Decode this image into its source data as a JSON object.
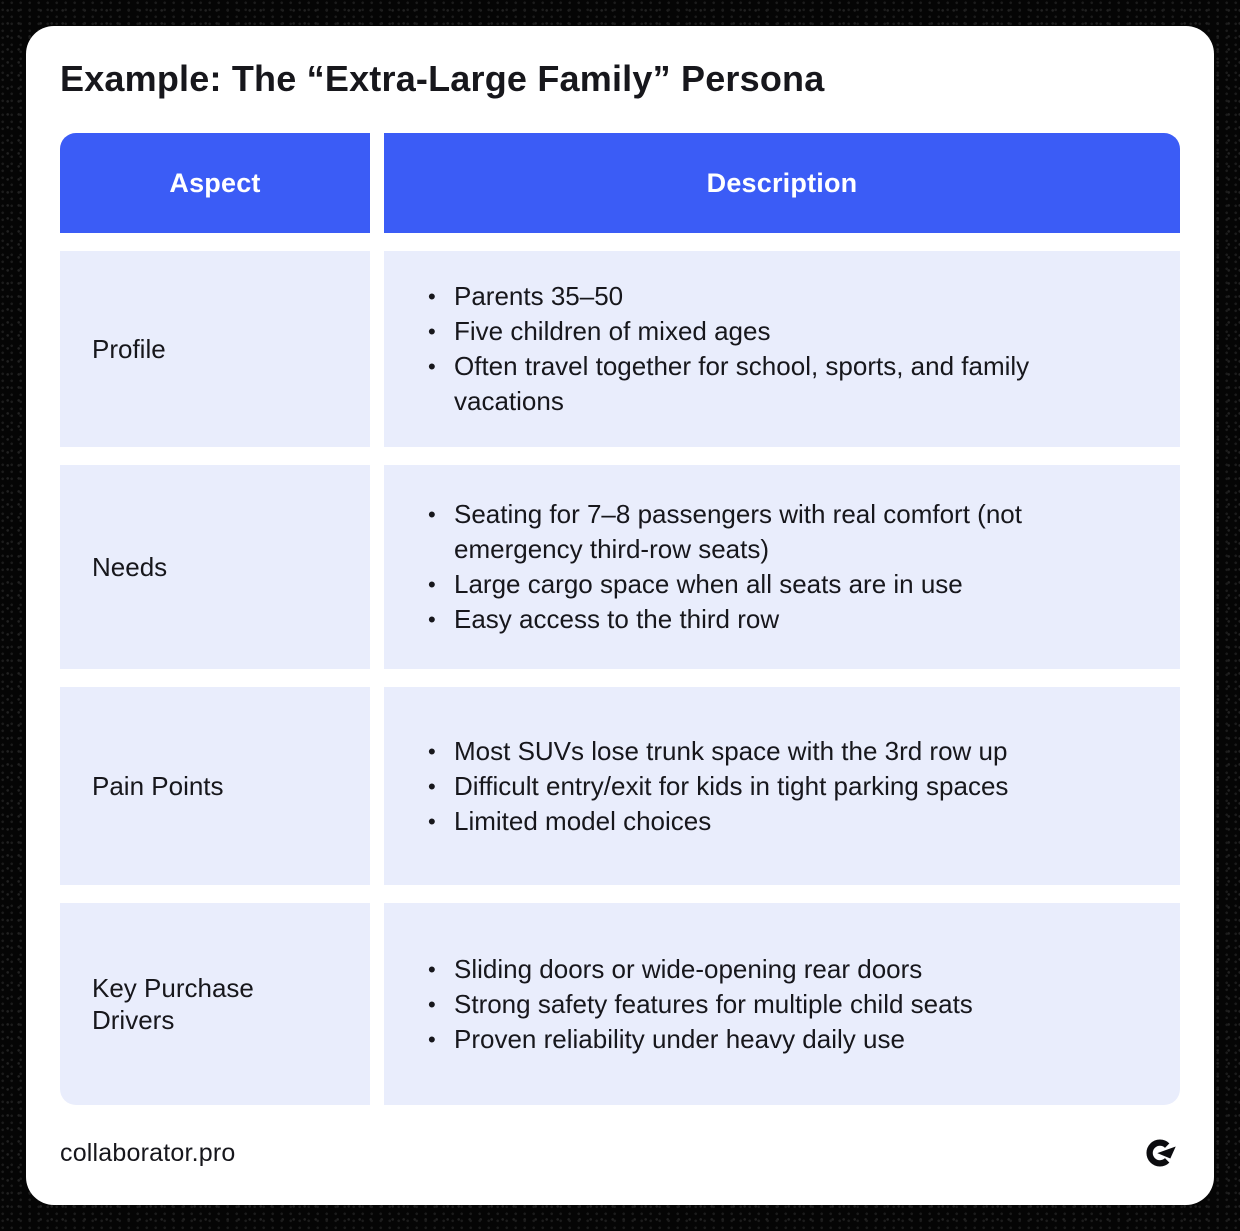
{
  "title": "Example: The “Extra-Large Family” Persona",
  "table": {
    "columns": [
      "Aspect",
      "Description"
    ],
    "rows": [
      {
        "aspect": "Profile",
        "bullets": [
          "Parents 35–50",
          "Five children of mixed ages",
          "Often travel together for school, sports, and family vacations"
        ]
      },
      {
        "aspect": "Needs",
        "bullets": [
          "Seating for 7–8 passengers with real comfort (not emergency third-row seats)",
          "Large cargo space when all seats are in use",
          "Easy access to the third row"
        ]
      },
      {
        "aspect": "Pain Points",
        "bullets": [
          "Most SUVs lose trunk space with the 3rd row up",
          "Difficult entry/exit for kids in tight parking spaces",
          "Limited model choices"
        ]
      },
      {
        "aspect": "Key Purchase Drivers",
        "bullets": [
          "Sliding doors or wide-opening rear doors",
          "Strong safety features for multiple child seats",
          "Proven reliability under heavy daily use"
        ]
      }
    ]
  },
  "footer": {
    "brand": "collaborator.pro",
    "logo_icon": "c-arrow-refresh-icon"
  },
  "colors": {
    "accent": "#3B5CF6",
    "row_bg": "#E9EDFC",
    "text": "#17171C",
    "header_text": "#FFFFFF",
    "frame": "#000000",
    "card_bg": "#FFFFFF"
  },
  "bullet_glyph": "•"
}
